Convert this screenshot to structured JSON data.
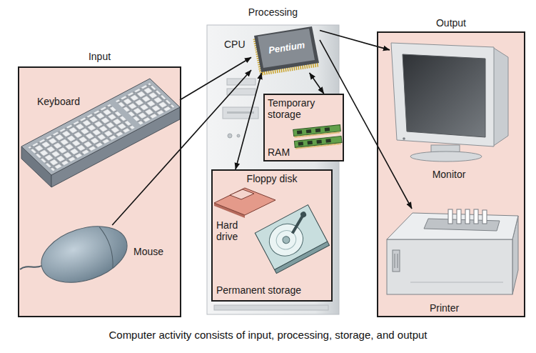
{
  "diagram": {
    "caption": "Computer activity consists of input, processing, storage, and output",
    "nodes": [
      {
        "text": [
          "Input"
        ]
      },
      {
        "text": [
          "Keyboard"
        ],
        "in": 0
      },
      {
        "text": [
          "Mouse"
        ],
        "in": 0
      },
      {
        "text": [
          "Processing"
        ]
      },
      {
        "text": [
          "CPU",
          "Pentium"
        ],
        "in": 3
      },
      {
        "text": [
          "Temporary storage",
          "RAM"
        ],
        "in": 3
      },
      {
        "text": [
          "Floppy disk",
          "Hard drive",
          "Permanent storage"
        ],
        "in": 3
      },
      {
        "text": [
          "Output"
        ]
      },
      {
        "text": [
          "Monitor"
        ],
        "in": 7
      },
      {
        "text": [
          "Printer"
        ],
        "in": 7
      }
    ],
    "edges": [
      {
        "from": 1,
        "to": 4,
        "arrow": "to"
      },
      {
        "from": 2,
        "to": 4,
        "arrow": "to"
      },
      {
        "from": 4,
        "to": 5,
        "arrow": "both"
      },
      {
        "from": 4,
        "to": 6,
        "arrow": "both"
      },
      {
        "from": 4,
        "to": 8,
        "arrow": "to"
      },
      {
        "from": 4,
        "to": 9,
        "arrow": "to"
      }
    ]
  }
}
